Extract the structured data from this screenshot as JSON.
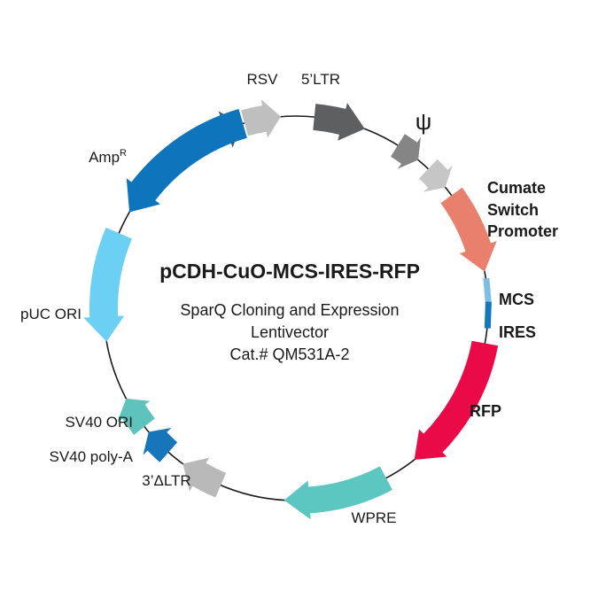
{
  "plasmid": {
    "name": "pCDH-CuO-MCS-IRES-RFP",
    "subtitle_lines": [
      "SparQ Cloning and Expression",
      "Lentivector",
      "Cat.# QM531A-2"
    ]
  },
  "features": [
    {
      "id": "rsv",
      "label": "RSV",
      "color": "#3d5b6e",
      "from": -27.5,
      "to": -16.5,
      "direction": "cw",
      "width": 30
    },
    {
      "id": "5ltr",
      "label": "5’LTR",
      "color": "#bfbfbf",
      "from": -15.5,
      "to": -4.5,
      "direction": "cw",
      "width": 30
    },
    {
      "id": "psi",
      "label": "ψ",
      "color": "#5e5f61",
      "from": 5.5,
      "to": 21,
      "direction": "cw",
      "width": 30
    },
    {
      "id": "cumate1",
      "label": "",
      "color": "#858585",
      "from": 32,
      "to": 39.5,
      "direction": "cw",
      "width": 30
    },
    {
      "id": "cumate2",
      "label": "",
      "color": "#c6c6c6",
      "from": 43.5,
      "to": 51,
      "direction": "cw",
      "width": 30
    },
    {
      "id": "promoter",
      "label": "Cumate Switch Promoter",
      "color": "#e8806d",
      "from": 54,
      "to": 79,
      "direction": "cw",
      "width": 30
    },
    {
      "id": "rfp",
      "label": "RFP",
      "color": "#eb0a48",
      "from": 100.5,
      "to": 142,
      "direction": "cw",
      "width": 30
    },
    {
      "id": "wpre",
      "label": "WPRE",
      "color": "#5cc6c1",
      "from": 152,
      "to": 183.5,
      "direction": "cw",
      "width": 30
    },
    {
      "id": "3ltr",
      "label": "3’ΔLTR",
      "color": "#b9b9b9",
      "from": 203,
      "to": 216,
      "direction": "cw",
      "width": 30
    },
    {
      "id": "sv40polya",
      "label": "SV40 poly-A",
      "color": "#1775b9",
      "from": 221.5,
      "to": 230,
      "direction": "cw",
      "width": 30
    },
    {
      "id": "sv40ori",
      "label": "SV40 ORI",
      "color": "#5fc3bd",
      "from": 232,
      "to": 242,
      "direction": "cw",
      "width": 30
    },
    {
      "id": "puc",
      "label": "pUC ORI",
      "color": "#6ccff4",
      "from": 260,
      "to": 293,
      "direction": "ccw",
      "width": 32
    },
    {
      "id": "amp",
      "label": "Amp",
      "label_sup": "R",
      "color": "#0e74bc",
      "from": 300,
      "to": 344,
      "direction": "ccw",
      "width": 34
    }
  ],
  "markers": [
    {
      "id": "mcs",
      "label": "MCS",
      "color": "#7fbde3",
      "angle": 85
    },
    {
      "id": "ires",
      "label": "IRES",
      "color": "#1576bb",
      "angle": 92
    }
  ],
  "symbols": {
    "psi": "ψ"
  }
}
